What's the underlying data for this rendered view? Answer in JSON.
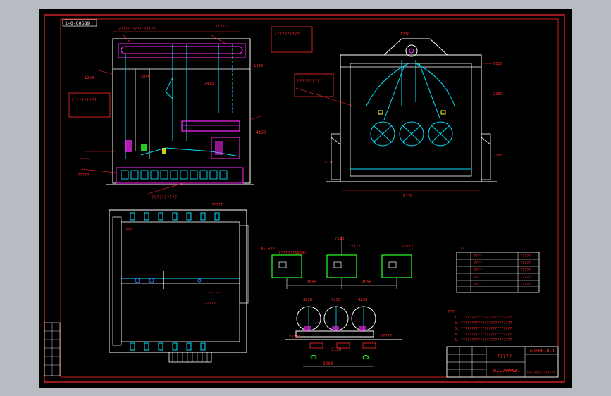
{
  "drawing": {
    "tag": "1-0-00689",
    "title_block": {
      "drawing_number": "6DF08-0-1",
      "model": "DZL70MW37",
      "name": "?????",
      "note": "???????????????"
    }
  },
  "labels": {
    "callout_top": "??????????",
    "callout_left": "??????????",
    "callout_right": "??????????",
    "callout_bottom": "??????????",
    "weight": "4t50",
    "dim_2850_a": "2850",
    "dim_2850_b": "2850",
    "dim_1130": "1130",
    "dim_2200": "2200",
    "notes_title": "???",
    "notes_line_1": "1. ????????????????????????",
    "notes_line_2": "2. ????????????????????????",
    "notes_line_3": "3. ????????????????????????",
    "notes_line_4": "4. ????????????????????????",
    "notes_line_5": "5. ????????????????????????"
  },
  "colors": {
    "frame": "#ff2a2a",
    "outline": "#ffffff",
    "pipe": "#00e0ff",
    "magenta": "#ff2aff",
    "green": "#2aff2a",
    "yellow": "#ffff2a",
    "blue": "#3a6bff"
  }
}
